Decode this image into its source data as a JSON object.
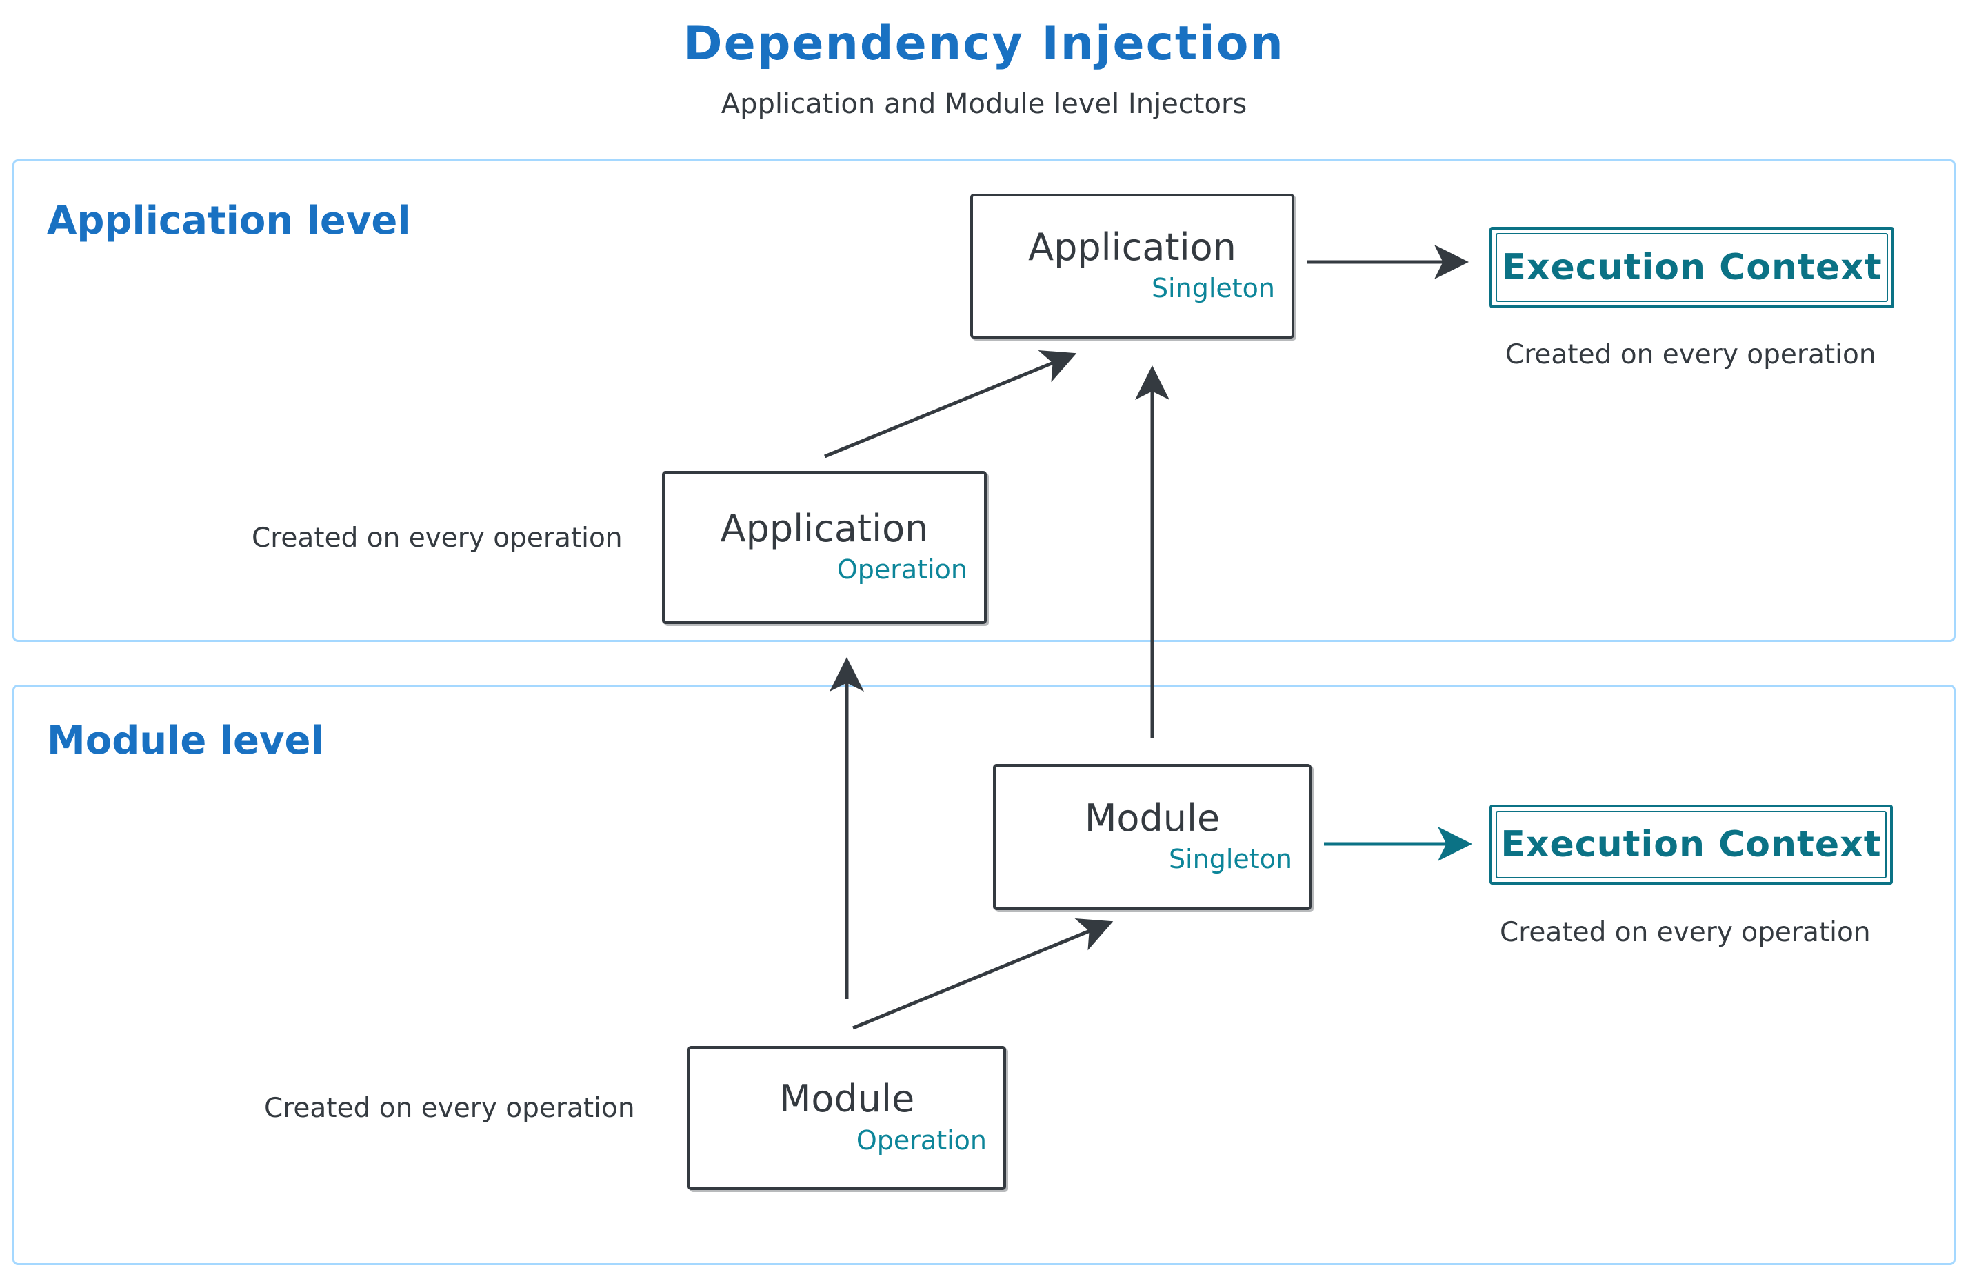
{
  "header": {
    "title": "Dependency Injection",
    "subtitle": "Application and Module level Injectors"
  },
  "colors": {
    "blue": "#1971c2",
    "teal": "#0b7285",
    "teal_light": "#0c8599",
    "dark": "#343a40",
    "container_border": "#a5d8ff"
  },
  "application_level": {
    "label": "Application level",
    "singleton_box": {
      "title": "Application",
      "subtitle": "Singleton"
    },
    "operation_box": {
      "title": "Application",
      "subtitle": "Operation"
    },
    "operation_caption": "Created on every operation",
    "execution_context": {
      "label": "Execution Context",
      "caption": "Created on every operation"
    }
  },
  "module_level": {
    "label": "Module level",
    "singleton_box": {
      "title": "Module",
      "subtitle": "Singleton"
    },
    "operation_box": {
      "title": "Module",
      "subtitle": "Operation"
    },
    "operation_caption": "Created on every operation",
    "execution_context": {
      "label": "Execution Context",
      "caption": "Created on every operation"
    }
  }
}
